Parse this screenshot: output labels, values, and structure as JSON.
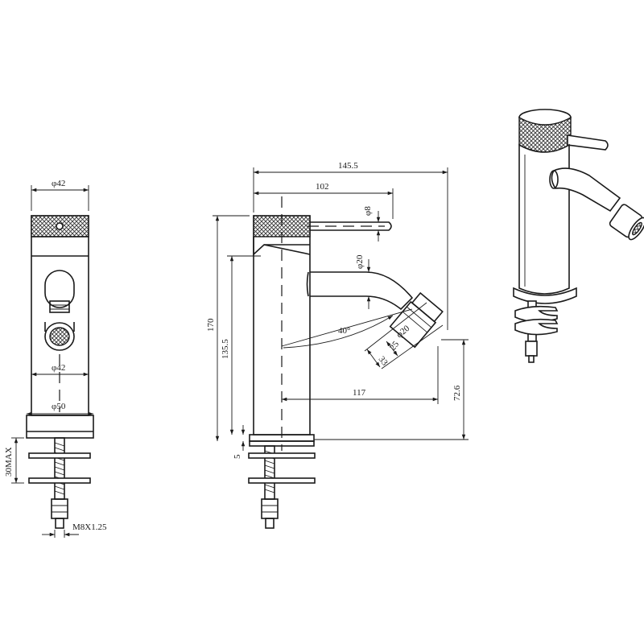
{
  "front_view": {
    "dim_top_diameter": "φ42",
    "dim_spout_diameter": "φ42",
    "dim_base_diameter": "φ50",
    "dim_mount_depth": "30MAX",
    "dim_thread": "M8X1.25"
  },
  "side_view": {
    "dim_total_reach": "145.5",
    "dim_handle_reach": "102",
    "dim_handle_diameter": "φ8",
    "dim_spout_diameter": "φ20",
    "dim_total_height": "170",
    "dim_body_height": "135.5",
    "dim_spout_angle": "40°",
    "dim_aerator_diameter": "φ20",
    "dim_aerator_length_25": "25",
    "dim_aerator_length_33": "33",
    "dim_spout_reach": "117",
    "dim_outlet_height": "72.6",
    "dim_base_thickness": "5"
  }
}
